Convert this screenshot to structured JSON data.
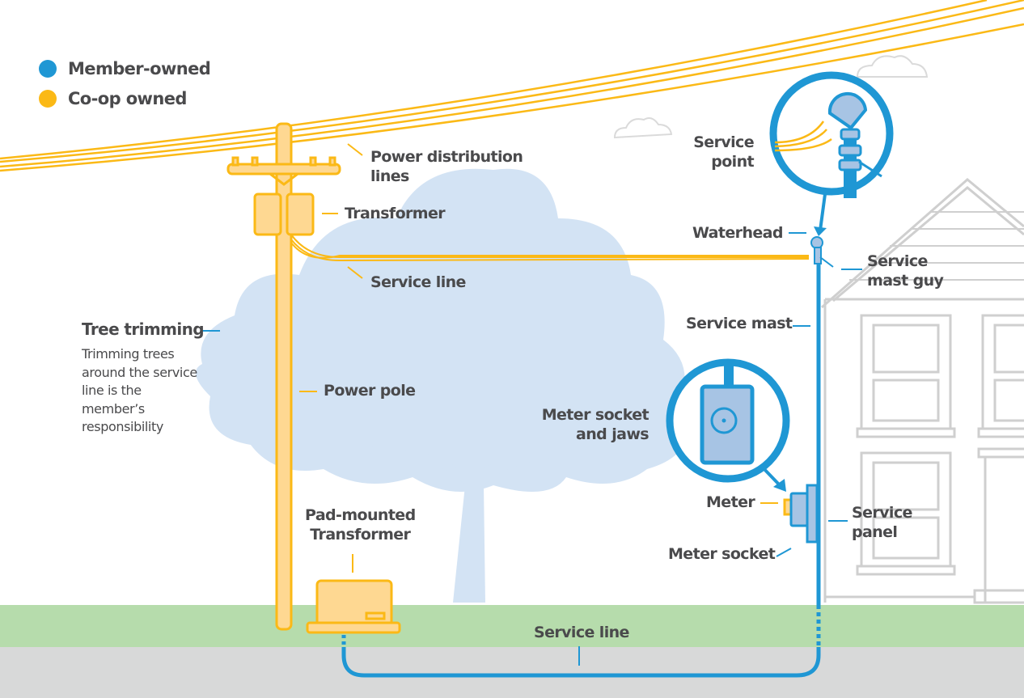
{
  "colors": {
    "member": "#1f97d4",
    "coop": "#fbb916",
    "coop_fill": "#fed892",
    "tree": "#d3e3f4",
    "grass": "#b6dcac",
    "ground": "#d8d9d9",
    "house_line": "#cfcfcf",
    "text": "#4a4a4c"
  },
  "legend": [
    {
      "label": "Member-owned",
      "color_key": "member"
    },
    {
      "label": "Co-op owned",
      "color_key": "coop"
    }
  ],
  "labels": {
    "power_distribution_lines": "Power distribution\nlines",
    "transformer": "Transformer",
    "service_line_overhead": "Service line",
    "tree_trimming": "Tree trimming",
    "tree_trimming_desc": "Trimming trees around the service line is the member’s responsibility",
    "power_pole": "Power pole",
    "pad_mounted_transformer": "Pad-mounted\nTransformer",
    "service_point": "Service\npoint",
    "waterhead": "Waterhead",
    "service_mast_guy": "Service\nmast guy",
    "service_mast": "Service mast",
    "meter_socket_and_jaws": "Meter socket\nand jaws",
    "meter": "Meter",
    "service_panel": "Service\npanel",
    "meter_socket": "Meter socket",
    "service_line_underground": "Service line"
  }
}
